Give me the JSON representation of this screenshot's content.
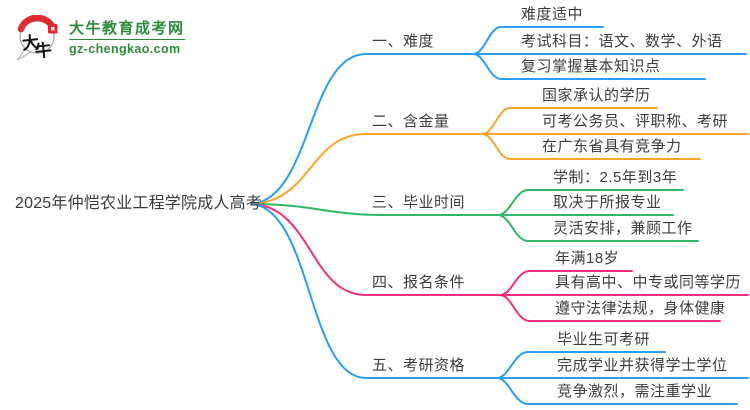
{
  "logo": {
    "site_name": "大牛教育成考网",
    "domain": "gz-chengkao.com",
    "icon_char1": "大",
    "icon_char2": "牛",
    "brand_green": "#2E8B3C",
    "accent_red": "#DF2B2B"
  },
  "central_topic": "2025年仲恺农业工程学院成人高考",
  "branches": [
    {
      "label": "一、难度",
      "color": "#2D9CF4",
      "leaves": [
        "难度适中",
        "考试科目：语文、数学、外语",
        "复习掌握基本知识点"
      ]
    },
    {
      "label": "二、含金量",
      "color": "#F9A62B",
      "leaves": [
        "国家承认的学历",
        "可考公务员、评职称、考研",
        "在广东省具有竞争力"
      ]
    },
    {
      "label": "三、毕业时间",
      "color": "#30B868",
      "leaves": [
        "学制：2.5年到3年",
        "取决于所报专业",
        "灵活安排，兼顾工作"
      ]
    },
    {
      "label": "四、报名条件",
      "color": "#F62E7C",
      "leaves": [
        "年满18岁",
        "具有高中、中专或同等学历",
        "遵守法律法规，身体健康"
      ]
    },
    {
      "label": "五、考研资格",
      "color": "#2D9CF4",
      "leaves": [
        "毕业生可考研",
        "完成学业并获得学士学位",
        "竞争激烈，需注重学业"
      ]
    }
  ]
}
